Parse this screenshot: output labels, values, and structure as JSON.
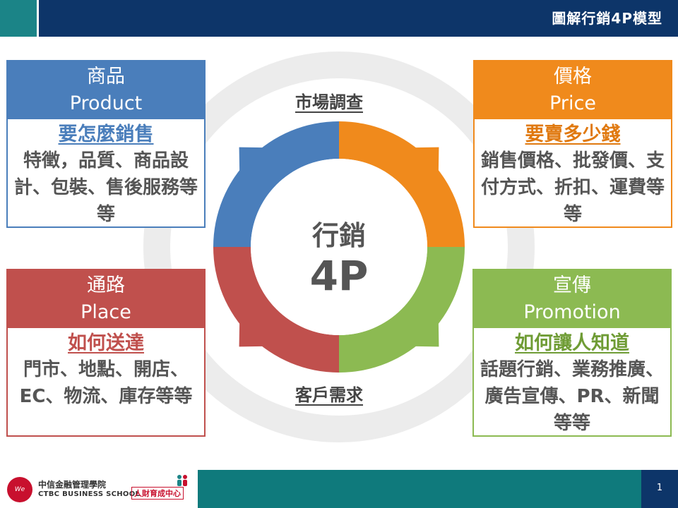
{
  "header": {
    "title": "圖解行銷4P模型"
  },
  "quadrants": {
    "product": {
      "title": "商品",
      "subtitle": "Product",
      "question": "要怎麼銷售",
      "text": "特徵，品質、商品設計、包裝、售後服務等等"
    },
    "price": {
      "title": "價格",
      "subtitle": "Price",
      "question": "要賣多少錢",
      "text": "銷售價格、批發價、支付方式、折扣、運費等等"
    },
    "place": {
      "title": "通路",
      "subtitle": "Place",
      "question": "如何送達",
      "text": "門市、地點、開店、EC、物流、庫存等等"
    },
    "promotion": {
      "title": "宣傳",
      "subtitle": "Promotion",
      "question": "如何讓人知道",
      "text": "話題行銷、業務推廣、廣告宣傳、PR、新聞等等"
    }
  },
  "center": {
    "title": "行銷",
    "subtitle": "4P",
    "top_label": "市場調查",
    "bottom_label": "客戶需求"
  },
  "footer": {
    "logo_mark": "We Family",
    "org_cn": "中信金融管理學院",
    "org_en": "CTBC BUSINESS SCHOOL",
    "unit": "人財育成中心",
    "page_number": "1"
  },
  "colors": {
    "product": "#4a7ebb",
    "price": "#f08a1c",
    "place": "#c0504d",
    "promotion": "#8cba52",
    "header": "#0d3569",
    "footer": "#0f7a7c"
  }
}
